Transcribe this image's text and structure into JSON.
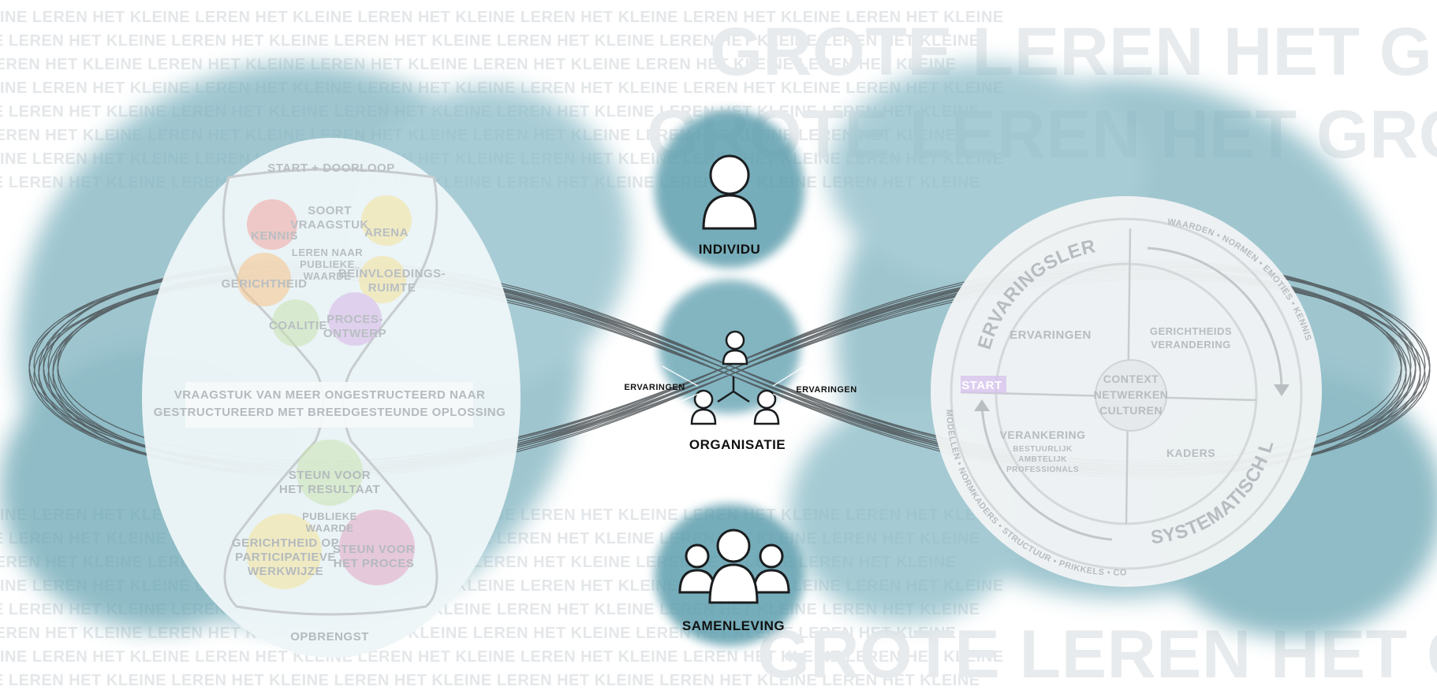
{
  "background": {
    "left_repeat_text": "INE LEREN HET KLEINE LEREN HET KLEINE LEREN HET KLEINE LEREN HET KLEINE LEREN HET KLEINE LEREN HET KLEINE",
    "right_repeat_text": "GROTE LEREN HET GROTE LEREN HET GROTE LEREN HET GROTE"
  },
  "colors": {
    "teal": "#5f9fae",
    "teal_light": "#a9cdd6",
    "loop_stroke": "#4a4f52",
    "bg_text": "#e4e7e9",
    "start": "#d8c4ee"
  },
  "center": {
    "individu": "INDIVIDU",
    "organisatie": "ORGANISATIE",
    "samenleving": "SAMENLEVING",
    "ervaringen_left": "ERVARINGEN",
    "ervaringen_right": "ERVARINGEN"
  },
  "hourglass": {
    "top": "START + DOORLOOP",
    "soort_vraagstuk": [
      "SOORT",
      "VRAAGSTUK"
    ],
    "kennis": "KENNIS",
    "arena": "ARENA",
    "leren_naar": [
      "LEREN NAAR",
      "PUBLIEKE",
      "WAARDE"
    ],
    "gerichtheid": "GERICHTHEID",
    "beinvloedingsruimte": [
      "BEÏNVLOEDINGS-",
      "RUIMTE"
    ],
    "coalitie": "COALITIE",
    "procesontwerp": [
      "PROCES-",
      "ONTWERP"
    ],
    "middle": [
      "VRAAGSTUK VAN MEER ONGESTRUCTEERD NAAR",
      "GESTRUCTUREERD MET BREEDGESTEUNDE OPLOSSING"
    ],
    "steun_resultaat": [
      "STEUN VOOR",
      "HET RESULTAAT"
    ],
    "publieke_waarde": [
      "PUBLIEKE",
      "WAARDE"
    ],
    "gerichtheid_participatieve": [
      "GERICHTHEID OP",
      "PARTICIPATIEVE",
      "WERKWIJZE"
    ],
    "steun_proces": [
      "STEUN VOOR",
      "HET PROCES"
    ],
    "bottom": "OPBRENGST"
  },
  "cycle": {
    "ervaringsleren": "ERVARINGSLEREN",
    "systematisch_leren": "SYSTEMATISCH LEREN",
    "waarden_arc": "WAARDEN • NORMEN • EMOTIES • KENNIS",
    "modellen_arc": "MODELLEN • NORMKADERS • STRUCTUUR • PRIKKELS • CONTROLE",
    "start": "START",
    "ervaringen": "ERVARINGEN",
    "gerichtheids_verandering": [
      "GERICHTHEIDS",
      "VERANDERING"
    ],
    "verankering": "VERANKERING",
    "verankering_sub": [
      "BESTUURLIJK",
      "AMBTELIJK",
      "PROFESSIONALS"
    ],
    "kaders": "KADERS",
    "context": [
      "CONTEXT",
      "NETWERKEN",
      "CULTUREN"
    ]
  }
}
